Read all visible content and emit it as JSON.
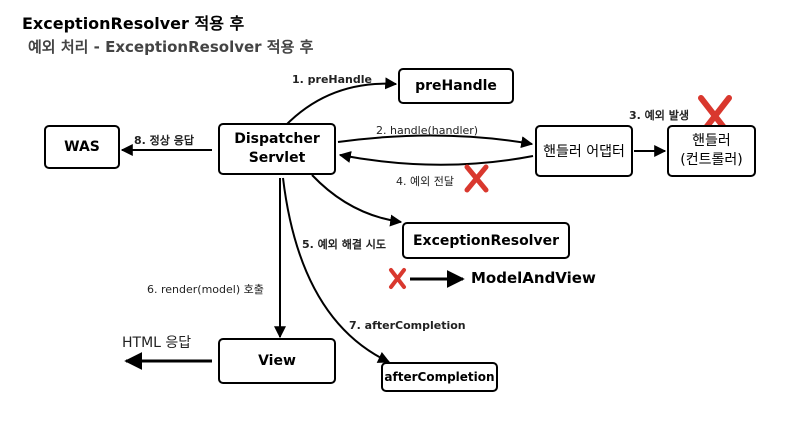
{
  "header": {
    "title": "ExceptionResolver 적용 후",
    "subtitle": "예외 처리 - ExceptionResolver 적용 후"
  },
  "boxes": {
    "was": "WAS",
    "dispatcher": "Dispatcher\nServlet",
    "prehandle": "preHandle",
    "adapter": "핸들러 어댑터",
    "handler": "핸들러\n(컨트롤러)",
    "exception_resolver": "ExceptionResolver",
    "view": "View",
    "after_completion": "afterCompletion"
  },
  "labels": {
    "step1": "1. preHandle",
    "step2": "2. handle(handler)",
    "step3": "3. 예외 발생",
    "step4": "4. 예외 전달",
    "step5": "5. 예외 해결 시도",
    "step6": "6. render(model) 호출",
    "step7": "7. afterCompletion",
    "step8": "8. 정상 응답",
    "model_and_view": "ModelAndView",
    "html_response": "HTML 응답"
  },
  "colors": {
    "x_mark": "#d9382e",
    "line": "#000000"
  },
  "icons": [
    "x-mark-icon"
  ]
}
